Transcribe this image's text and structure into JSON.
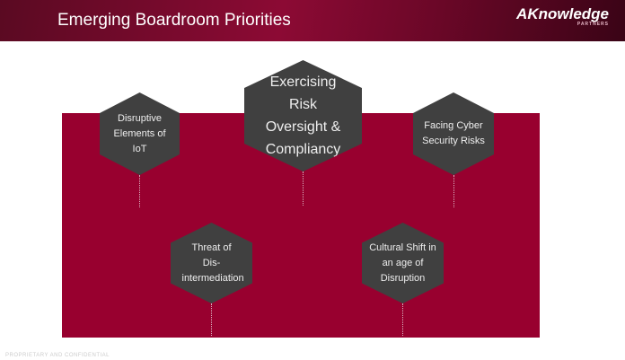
{
  "header": {
    "title": "Emerging Boardroom Priorities",
    "logo": "AKnowledge",
    "logo_sub": "PARTNERS"
  },
  "priorities": [
    {
      "label": "Exercising Risk Oversight & Compliancy"
    },
    {
      "label": "Disruptive Elements of IoT"
    },
    {
      "label": "Facing Cyber Security Risks"
    },
    {
      "label": "Threat of Dis-intermediation"
    },
    {
      "label": "Cultural Shift in an age of Disruption"
    }
  ],
  "footer": "PROPRIETARY AND CONFIDENTIAL",
  "colors": {
    "accent": "#98002f",
    "hex": "#404040"
  }
}
